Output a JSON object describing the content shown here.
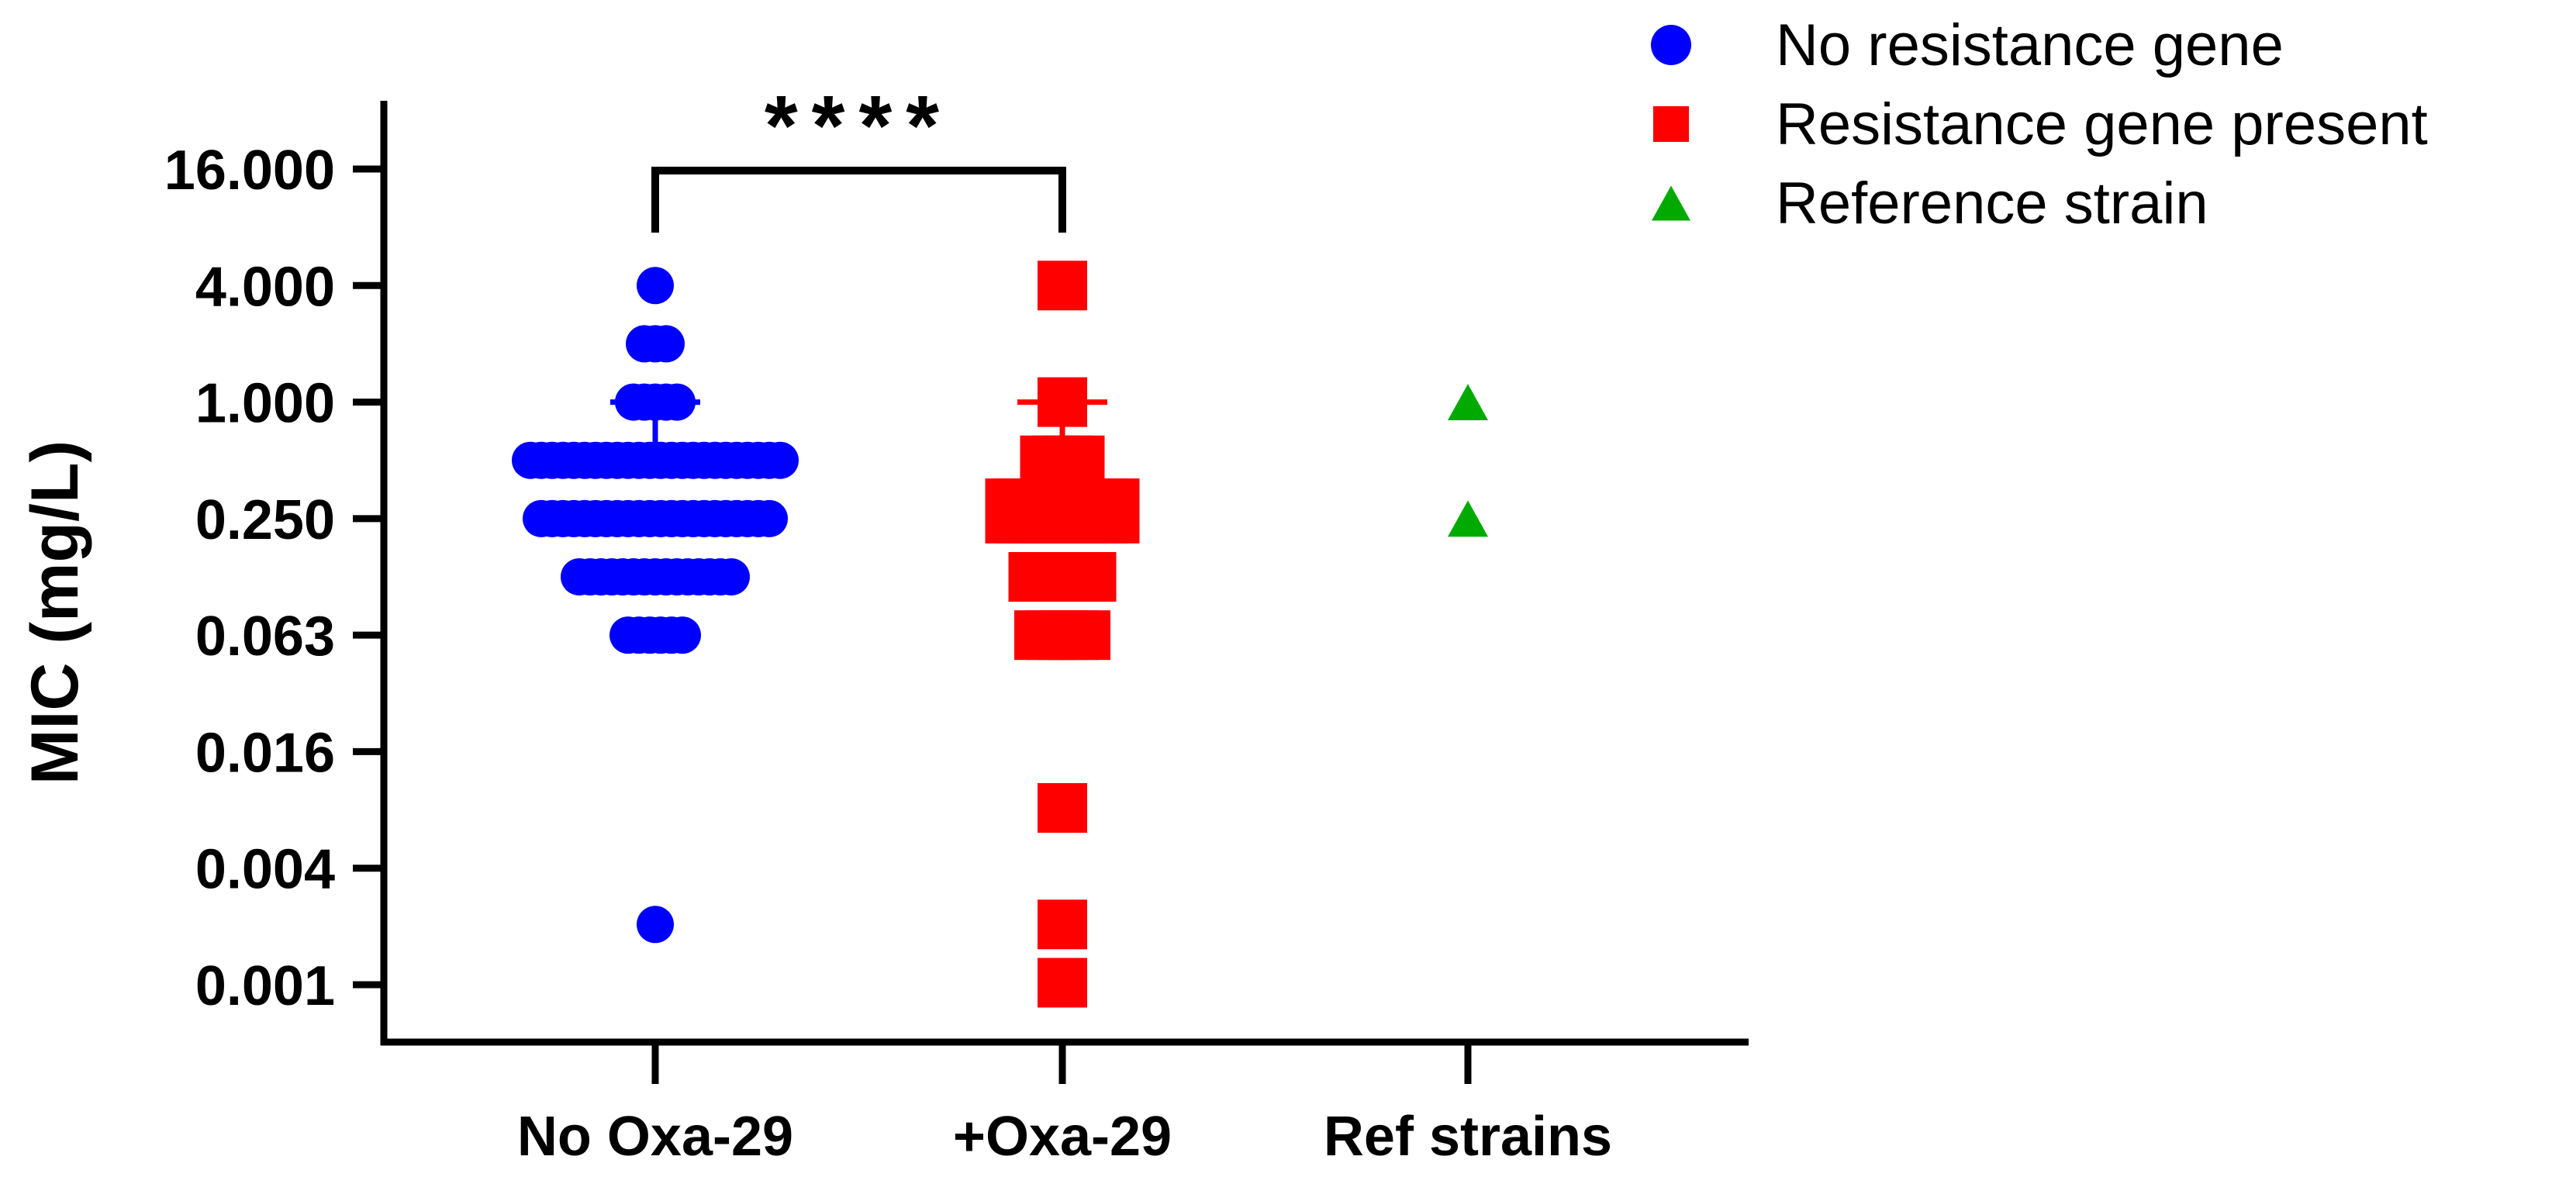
{
  "chart_data": {
    "type": "scatter",
    "ylabel": "MIC (mg/L)",
    "yscale": "log2",
    "ylim": [
      0.0007,
      30
    ],
    "y_ticks": [
      {
        "value": 16,
        "label": "16.000"
      },
      {
        "value": 4,
        "label": "4.000"
      },
      {
        "value": 1,
        "label": "1.000"
      },
      {
        "value": 0.25,
        "label": "0.250"
      },
      {
        "value": 0.0625,
        "label": "0.063"
      },
      {
        "value": 0.015625,
        "label": "0.016"
      },
      {
        "value": 0.00390625,
        "label": "0.004"
      },
      {
        "value": 0.0009765625,
        "label": "0.001"
      }
    ],
    "categories": [
      "No Oxa-29",
      "+Oxa-29",
      "Ref strains"
    ],
    "legend_position": "top-right",
    "series": [
      {
        "name": "No resistance gene",
        "category": "No Oxa-29",
        "marker": "circle",
        "color": "#0000ff",
        "points": [
          {
            "y": 4,
            "count": 1
          },
          {
            "y": 2,
            "count": 3
          },
          {
            "y": 1,
            "count": 5
          },
          {
            "y": 0.5,
            "count": 24
          },
          {
            "y": 0.25,
            "count": 22
          },
          {
            "y": 0.125,
            "count": 15
          },
          {
            "y": 0.0625,
            "count": 6
          },
          {
            "y": 0.002,
            "count": 1
          }
        ],
        "error_bar": {
          "center": 0.5,
          "low": 0.5,
          "high": 1
        }
      },
      {
        "name": "Resistance gene present",
        "category": "+Oxa-29",
        "marker": "square",
        "color": "#ff0000",
        "points": [
          {
            "y": 4,
            "count": 1
          },
          {
            "y": 1,
            "count": 1
          },
          {
            "y": 0.5,
            "count": 4
          },
          {
            "y": 0.3,
            "count": 10
          },
          {
            "y": 0.25,
            "count": 10
          },
          {
            "y": 0.125,
            "count": 6
          },
          {
            "y": 0.0625,
            "count": 5
          },
          {
            "y": 0.008,
            "count": 1
          },
          {
            "y": 0.002,
            "count": 1
          },
          {
            "y": 0.001,
            "count": 1
          }
        ],
        "error_bar": {
          "center": 0.33,
          "low": 0.33,
          "high": 1
        }
      },
      {
        "name": "Reference strain",
        "category": "Ref strains",
        "marker": "triangle",
        "color": "#00aa00",
        "points": [
          {
            "y": 1,
            "count": 1
          },
          {
            "y": 0.25,
            "count": 1
          }
        ]
      }
    ],
    "annotations": [
      {
        "type": "significance",
        "text": "****",
        "from": "No Oxa-29",
        "to": "+Oxa-29"
      }
    ]
  }
}
